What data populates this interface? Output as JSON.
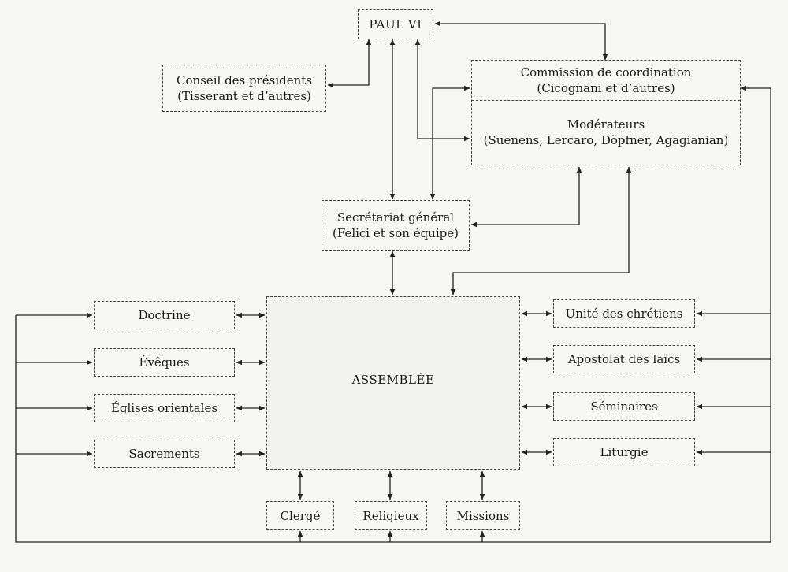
{
  "pope": "PAUL VI",
  "presidents": {
    "line1": "Conseil des présidents",
    "line2": "(Tisserant et d’autres)"
  },
  "coordination": {
    "line1": "Commission de coordination",
    "line2": "(Cicognani et d’autres)"
  },
  "moderators": {
    "line1": "Modérateurs",
    "line2": "(Suenens, Lercaro, Döpfner, Agagianian)"
  },
  "secretariat": {
    "line1": "Secrétariat général",
    "line2": "(Felici et son équipe)"
  },
  "assembly": "ASSEMBLÉE",
  "left_commissions": [
    "Doctrine",
    "Évêques",
    "Églises orientales",
    "Sacrements"
  ],
  "right_commissions": [
    "Unité des chrétiens",
    "Apostolat des laïcs",
    "Séminaires",
    "Liturgie"
  ],
  "bottom_commissions": [
    "Clergé",
    "Religieux",
    "Missions"
  ]
}
